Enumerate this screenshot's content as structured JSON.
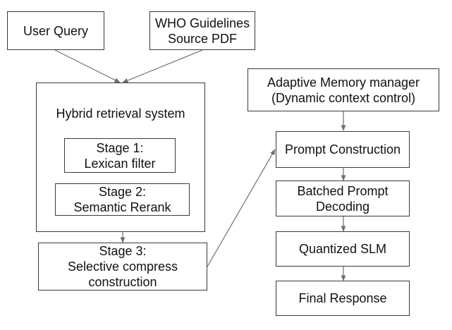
{
  "nodes": {
    "user_query": {
      "lines": [
        "User Query"
      ]
    },
    "who_guidelines": {
      "lines": [
        "WHO Guidelines",
        "Source PDF"
      ]
    },
    "hybrid_retrieval": {
      "title": "Hybrid retrieval system"
    },
    "stage1": {
      "lines": [
        "Stage 1:",
        "Lexican filter"
      ]
    },
    "stage2": {
      "lines": [
        "Stage 2:",
        "Semantic Rerank"
      ]
    },
    "stage3": {
      "lines": [
        "Stage 3:",
        "Selective compress",
        "construction"
      ]
    },
    "memory_manager": {
      "lines": [
        "Adaptive Memory manager",
        "(Dynamic context control)"
      ]
    },
    "prompt_construction": {
      "lines": [
        "Prompt Construction"
      ]
    },
    "batched_decoding": {
      "lines": [
        "Batched Prompt",
        "Decoding"
      ]
    },
    "quantized_slm": {
      "lines": [
        "Quantized SLM"
      ]
    },
    "final_response": {
      "lines": [
        "Final Response"
      ]
    }
  },
  "colors": {
    "border": "#3a3a3a",
    "arrow": "#6e6e6e",
    "text": "#111111",
    "background": "#ffffff"
  }
}
